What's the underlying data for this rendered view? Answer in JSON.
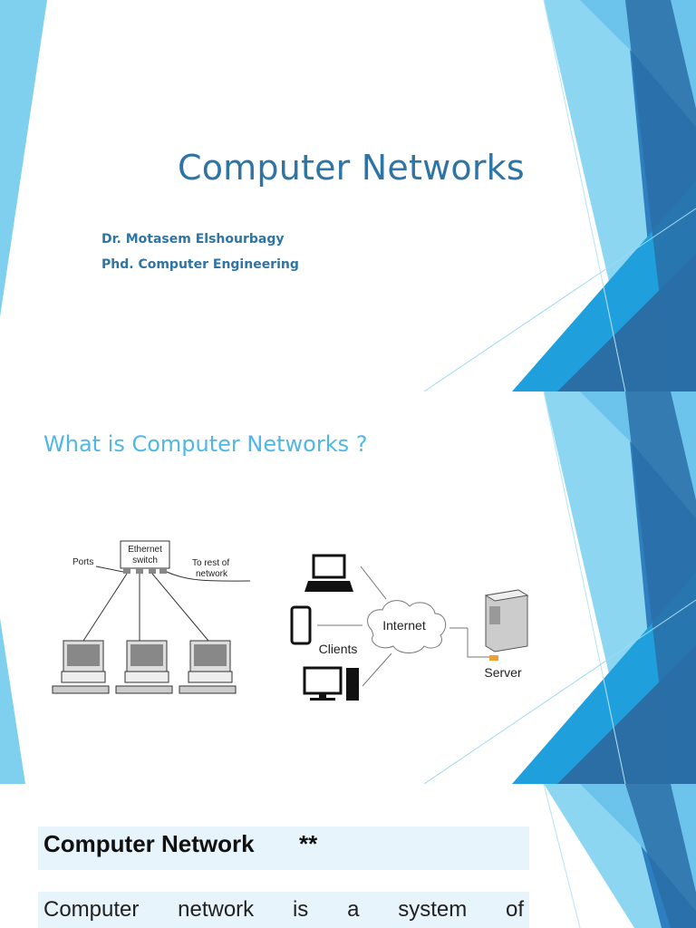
{
  "slide1": {
    "title": "Computer Networks",
    "author": "Dr. Motasem Elshourbagy",
    "degree": "Phd. Computer Engineering"
  },
  "slide2": {
    "title": "What is Computer Networks ?",
    "switch_diagram": {
      "switch_label_1": "Ethernet",
      "switch_label_2": "switch",
      "ports_label": "Ports",
      "rest_label_1": "To rest of",
      "rest_label_2": "network"
    },
    "client_server_diagram": {
      "internet_label": "Internet",
      "clients_label": "Clients",
      "server_label": "Server"
    }
  },
  "slide3": {
    "heading": "Computer Network",
    "heading_mark": "**",
    "body_words": [
      "Computer",
      "network",
      "is",
      "a",
      "system",
      "of"
    ]
  },
  "colors": {
    "title_blue": "#2e74a5",
    "light_blue": "#4fb7e6",
    "accent_dark": "#2a6fa8"
  }
}
